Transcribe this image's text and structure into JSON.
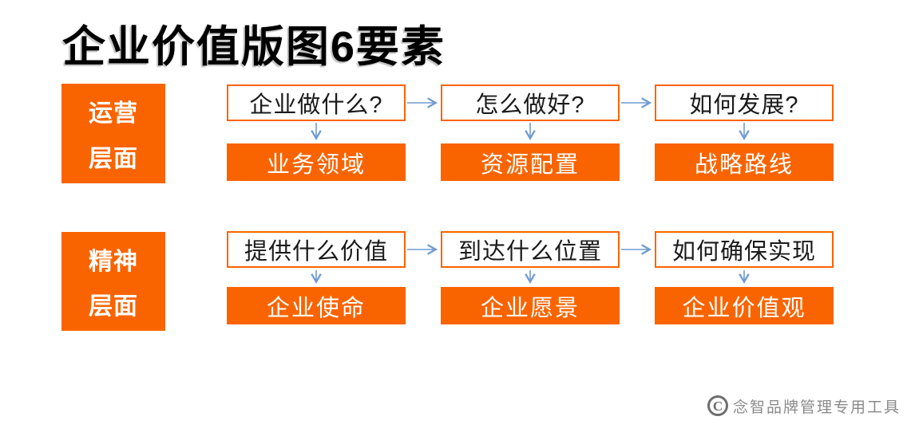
{
  "title": "企业价值版图6要素",
  "colors": {
    "orange": "#FA6400",
    "arrow_blue": "#6F9BD2",
    "watermark_gray": "#8a8a8a",
    "title_black": "#000000"
  },
  "rows": [
    {
      "label_line1": "运营",
      "label_line2": "层面",
      "items": [
        {
          "question": "企业做什么?",
          "answer": "业务领域"
        },
        {
          "question": "怎么做好?",
          "answer": "资源配置"
        },
        {
          "question": "如何发展?",
          "answer": "战略路线"
        }
      ]
    },
    {
      "label_line1": "精神",
      "label_line2": "层面",
      "items": [
        {
          "question": "提供什么价值",
          "answer": "企业使命"
        },
        {
          "question": "到达什么位置",
          "answer": "企业愿景"
        },
        {
          "question": "如何确保实现",
          "answer": "企业价值观"
        }
      ]
    }
  ],
  "watermark": {
    "symbol": "C",
    "text": "念智品牌管理专用工具"
  }
}
